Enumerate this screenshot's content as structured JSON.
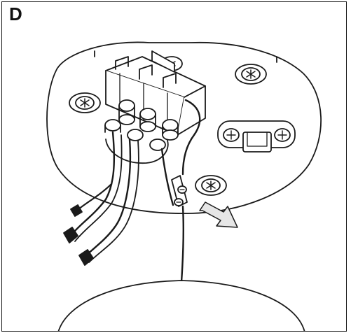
{
  "step": {
    "label": "D"
  },
  "figure": {
    "parts": [
      "ceiling-plate",
      "terminal-block",
      "mounting-screw",
      "cable-clamp-bracket",
      "cable-strain-relief",
      "supply-wires",
      "suspension-cable",
      "arrow",
      "lamp-shade"
    ]
  },
  "colors": {
    "line": "#1a1a1a",
    "fill": "#ffffff",
    "arrow_fill": "#e6e6e6"
  }
}
